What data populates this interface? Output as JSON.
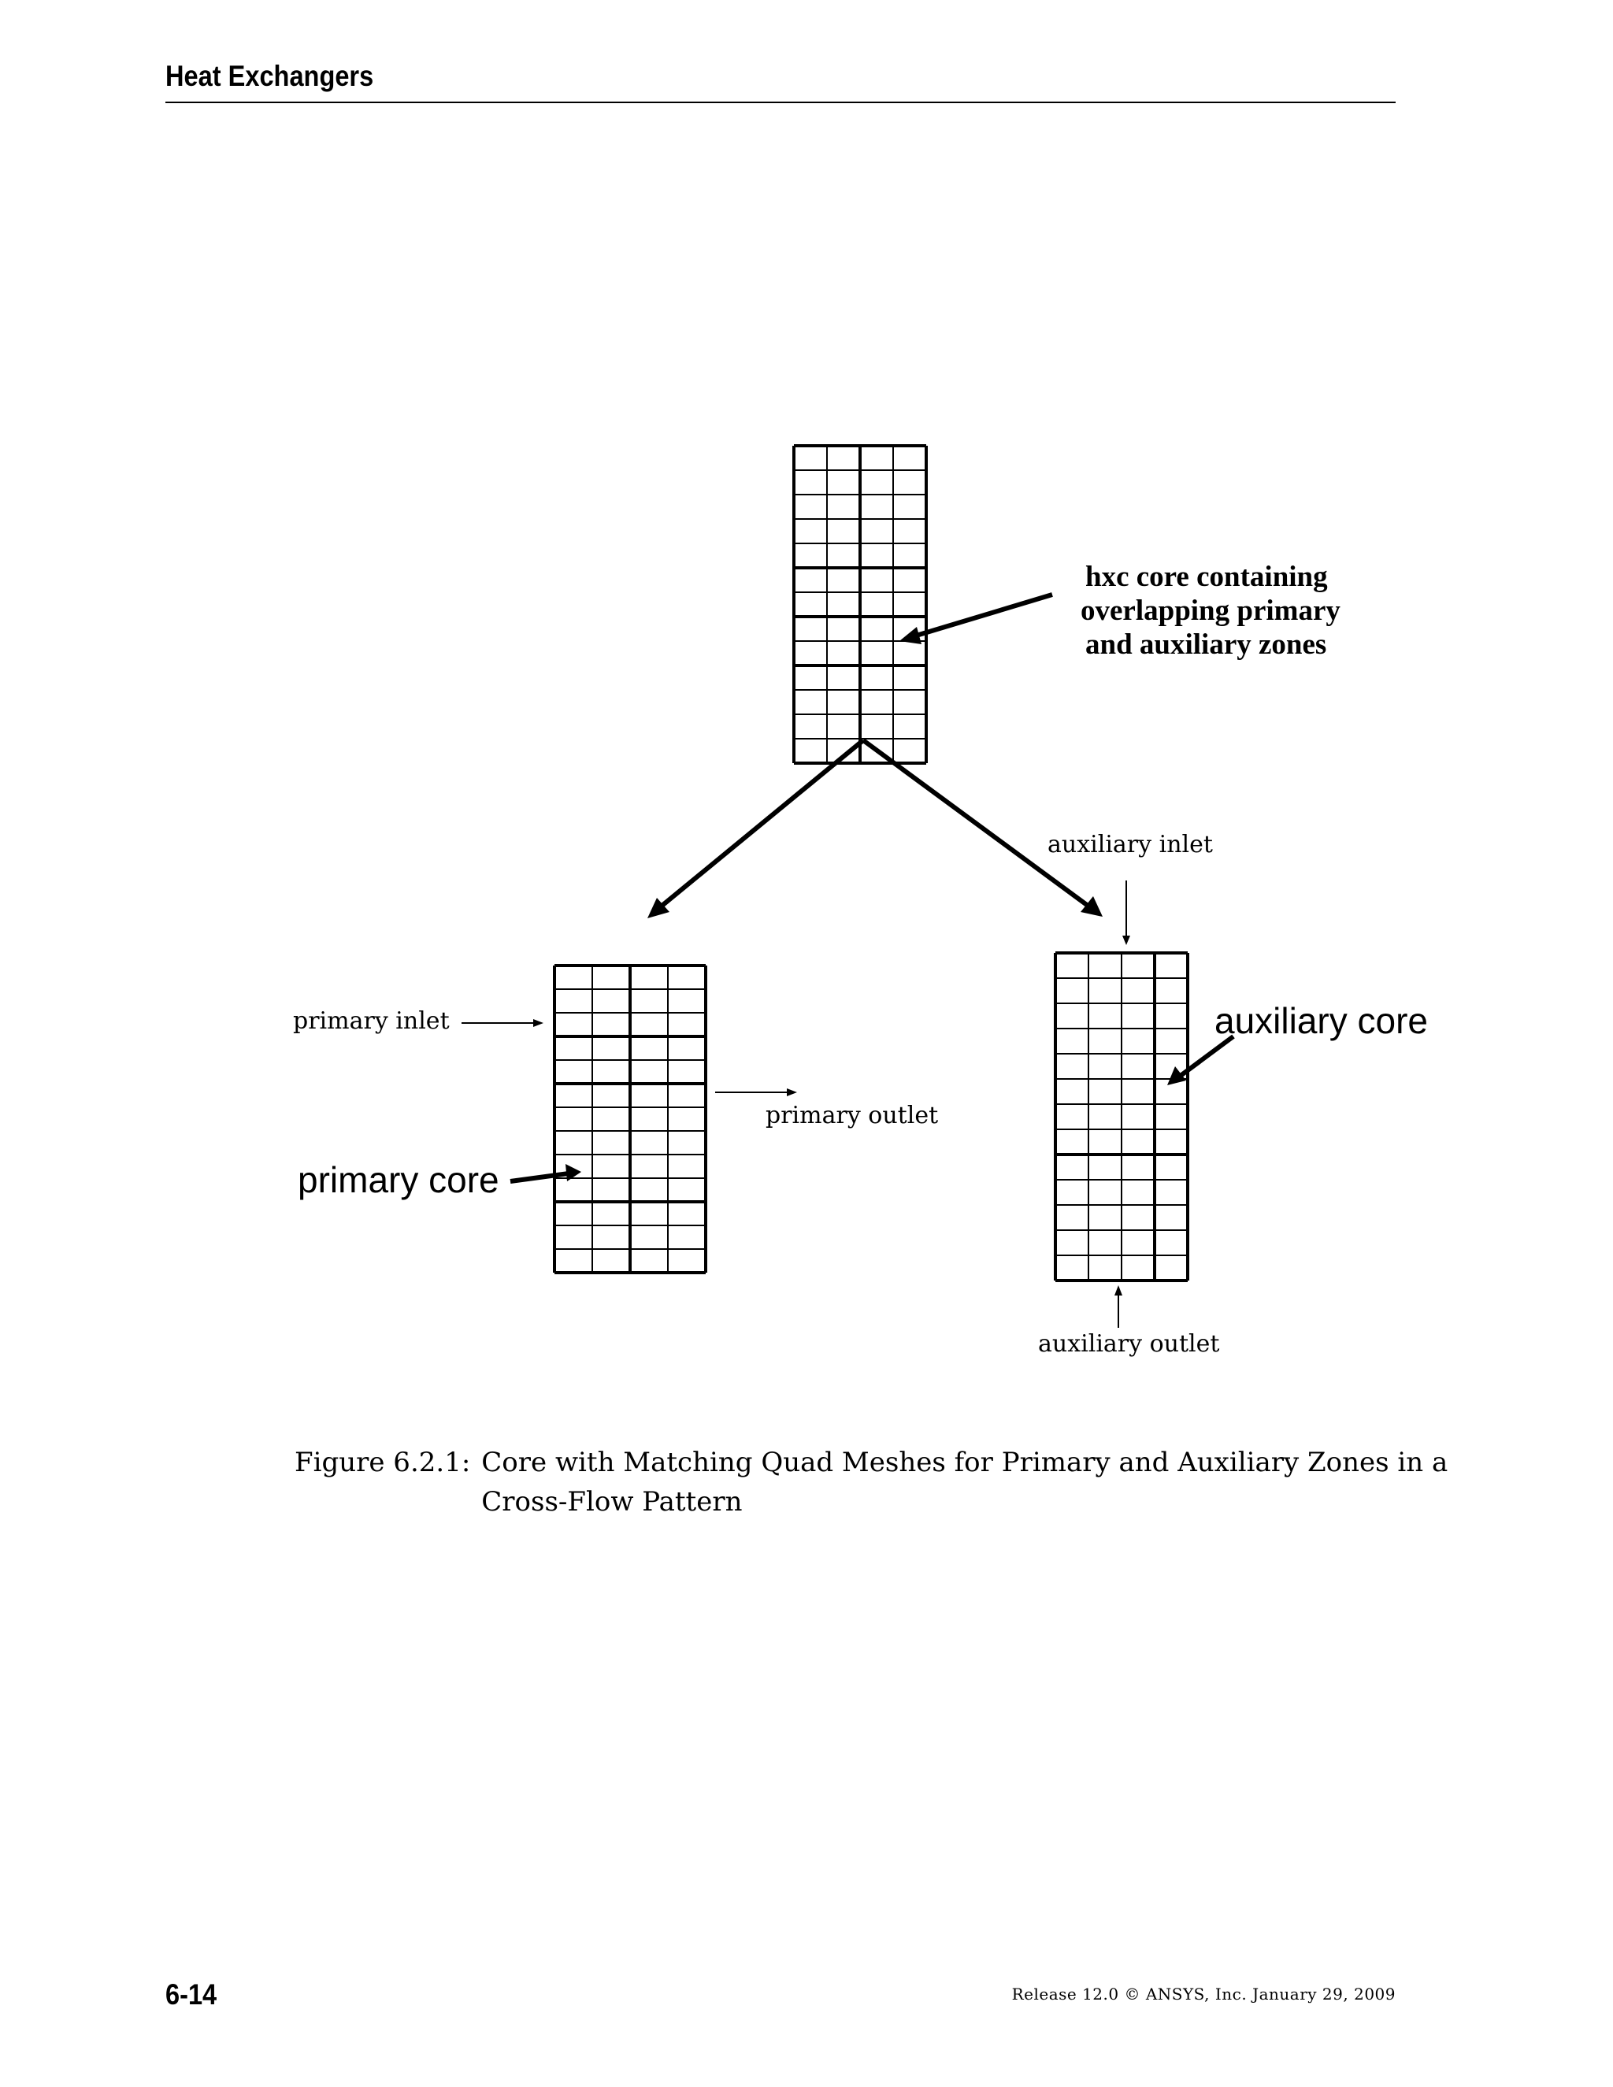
{
  "header": {
    "title": "Heat Exchangers"
  },
  "figure": {
    "labels": {
      "hxc_core": [
        "hxc core containing",
        "overlapping primary",
        "and auxiliary zones"
      ],
      "auxiliary_inlet": "auxiliary inlet",
      "primary_inlet": "primary inlet",
      "primary_outlet": "primary outlet",
      "primary_core": "primary core",
      "auxiliary_core": "auxiliary core",
      "auxiliary_outlet": "auxiliary outlet"
    },
    "caption": {
      "number": "Figure 6.2.1:",
      "text": "Core with Matching Quad Meshes for Primary and Auxiliary Zones in a Cross-Flow Pattern"
    }
  },
  "footer": {
    "page_number": "6-14",
    "release": "Release 12.0 © ANSYS, Inc. January 29, 2009"
  }
}
